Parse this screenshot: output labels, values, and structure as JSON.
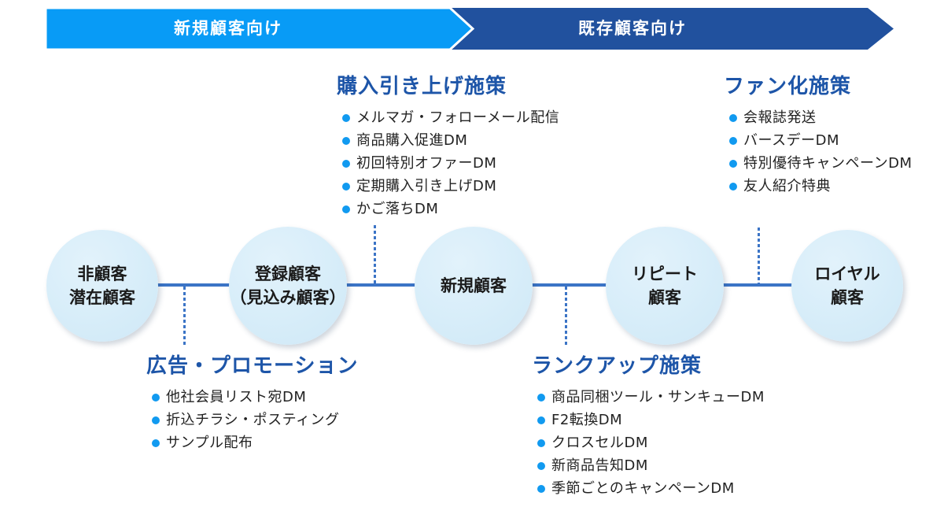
{
  "header": {
    "left_banner": "新規顧客向け",
    "right_banner": "既存顧客向け"
  },
  "stages": [
    {
      "line1": "非顧客",
      "line2": "潜在顧客"
    },
    {
      "line1": "登録顧客",
      "line2": "（見込み顧客）"
    },
    {
      "line1": "新規顧客",
      "line2": ""
    },
    {
      "line1": "リピート",
      "line2": "顧客"
    },
    {
      "line1": "ロイヤル",
      "line2": "顧客"
    }
  ],
  "measure_groups": [
    {
      "title": "購入引き上げ施策",
      "items": [
        "メルマガ・フォローメール配信",
        "商品購入促進DM",
        "初回特別オファーDM",
        "定期購入引き上げDM",
        "かご落ちDM"
      ]
    },
    {
      "title": "ファン化施策",
      "items": [
        "会報誌発送",
        "バースデーDM",
        "特別優待キャンペーンDM",
        "友人紹介特典"
      ]
    },
    {
      "title": "広告・プロモーション",
      "items": [
        "他社会員リスト宛DM",
        "折込チラシ・ポスティング",
        "サンプル配布"
      ]
    },
    {
      "title": "ランクアップ施策",
      "items": [
        "商品同梱ツール・サンキューDM",
        "F2転換DM",
        "クロスセルDM",
        "新商品告知DM",
        "季節ごとのキャンペーンDM"
      ]
    }
  ],
  "colors": {
    "light_banner": "#089bf6",
    "dark_banner": "#21519e",
    "section_title": "#1d55a8",
    "bullet": "#119af0",
    "connector": "#3b74c6",
    "circle_fill": "#d7edf9"
  }
}
